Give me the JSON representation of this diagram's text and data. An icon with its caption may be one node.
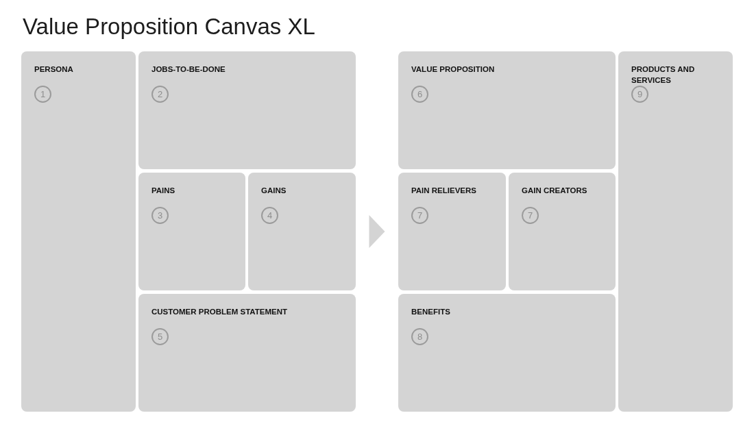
{
  "diagram": {
    "title": "Value Proposition Canvas XL",
    "nodes": [
      {
        "text": [
          "PERSONA",
          "1"
        ]
      },
      {
        "text": [
          "JOBS-TO-BE-DONE",
          "2"
        ]
      },
      {
        "text": [
          "PAINS",
          "3"
        ]
      },
      {
        "text": [
          "GAINS",
          "4"
        ]
      },
      {
        "text": [
          "CUSTOMER PROBLEM STATEMENT",
          "5"
        ]
      },
      {
        "text": [
          "VALUE PROPOSITION",
          "6"
        ]
      },
      {
        "text": [
          "PAIN RELIEVERS",
          "7"
        ]
      },
      {
        "text": [
          "GAIN CREATORS",
          "7"
        ]
      },
      {
        "text": [
          "BENEFITS",
          "8"
        ]
      },
      {
        "text": [
          "PRODUCTS AND SERVICES",
          "9"
        ]
      }
    ],
    "edges": [
      {
        "from": 3,
        "to": 6,
        "arrow": "to"
      }
    ]
  }
}
